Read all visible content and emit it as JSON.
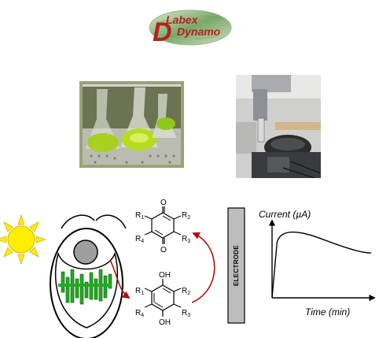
{
  "logo": {
    "line1": "Labex",
    "line2": "Dynamo"
  },
  "photos": {
    "flasks": "flask-photo",
    "instrument": "instrument-photo"
  },
  "diagram": {
    "electrode_label": "ELECTRODE",
    "quinone_groups": {
      "top": "O",
      "bottom": "O"
    },
    "hydroquinone_groups": {
      "top": "OH",
      "bottom": "OH"
    },
    "substituents": [
      "R",
      "R",
      "R",
      "R"
    ],
    "substituent_numbers": [
      "1",
      "2",
      "3",
      "4"
    ],
    "colors": {
      "arrow": "#b01010",
      "sun": "#ffee00",
      "thylakoid": "#22aa22",
      "electrode": "#bdbdbd"
    }
  },
  "chart_data": {
    "type": "line",
    "ylabel": "Current (µA)",
    "xlabel": "Time (min)",
    "grid": false,
    "series": [
      {
        "x": [
          0,
          0.05,
          0.1,
          0.5,
          1
        ],
        "y": [
          0,
          0.8,
          1.0,
          0.85,
          0.65
        ]
      }
    ]
  }
}
